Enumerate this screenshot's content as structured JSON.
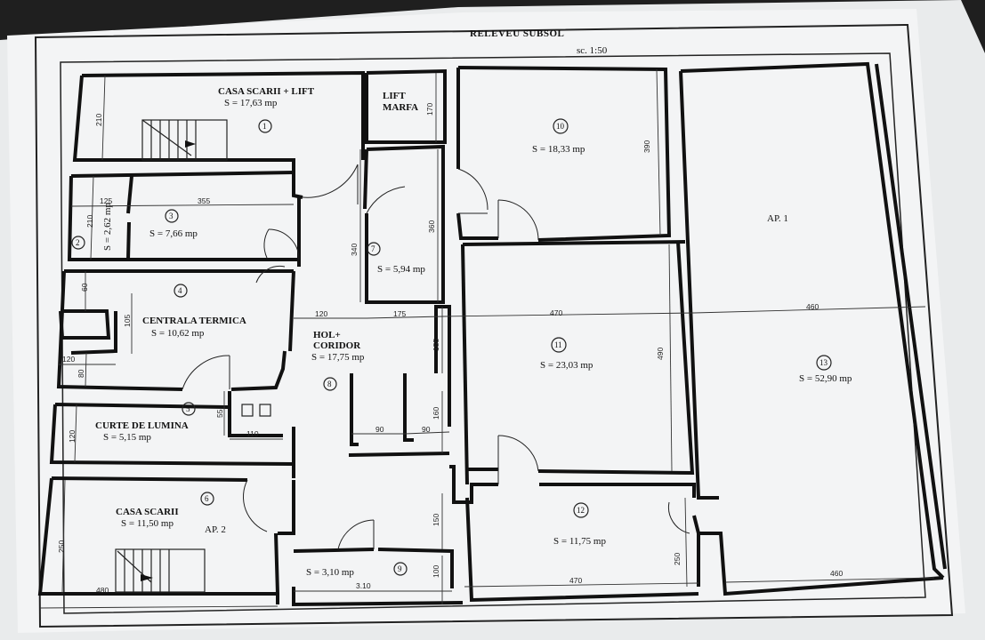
{
  "header": {
    "title": "RELEVEU SUBSOL",
    "scale": "sc. 1:50"
  },
  "rooms": {
    "r1": {
      "num": "1",
      "name": "CASA SCARII + LIFT",
      "area": "S = 17,63 mp"
    },
    "r2": {
      "num": "2",
      "area": "S = 2,62 mp"
    },
    "r3": {
      "num": "3",
      "area": "S = 7,66 mp"
    },
    "r4": {
      "num": "4",
      "name": "CENTRALA TERMICA",
      "area": "S = 10,62 mp"
    },
    "r5": {
      "num": "5",
      "name": "CURTE DE LUMINA",
      "area": "S = 5,15 mp"
    },
    "r6": {
      "num": "6",
      "name": "CASA SCARII",
      "area": "S = 11,50 mp",
      "apt": "AP. 2"
    },
    "r7": {
      "num": "7",
      "area": "S = 5,94 mp"
    },
    "r8": {
      "num": "8",
      "name1": "HOL+",
      "name2": "CORIDOR",
      "area": "S = 17,75 mp"
    },
    "r9": {
      "num": "9",
      "area": "S = 3,10 mp"
    },
    "r10": {
      "num": "10",
      "area": "S = 18,33 mp"
    },
    "r11": {
      "num": "11",
      "area": "S = 23,03 mp"
    },
    "r12": {
      "num": "12",
      "area": "S = 11,75 mp"
    },
    "r13": {
      "num": "13",
      "area": "S = 52,90 mp",
      "apt": "AP. 1"
    },
    "lift": {
      "name1": "LIFT",
      "name2": "MARFA"
    }
  },
  "dimensions": {
    "d210a": "210",
    "d125": "125",
    "d355": "355",
    "d210b": "210",
    "d60": "60",
    "d105": "105",
    "d120a": "120",
    "d80": "80",
    "d55": "55",
    "d110": "110",
    "d120b": "120",
    "d250a": "250",
    "d480": "480",
    "d170": "170",
    "d340": "340",
    "d360": "360",
    "d120c": "120",
    "d175": "175",
    "d155": "155",
    "d160": "160",
    "d90a": "90",
    "d90b": "90",
    "d150": "150",
    "d100": "100",
    "d310": "3.10",
    "d390": "390",
    "d470a": "470",
    "d490": "490",
    "d470b": "470",
    "d250b": "250",
    "d460a": "460",
    "d460b": "460"
  }
}
